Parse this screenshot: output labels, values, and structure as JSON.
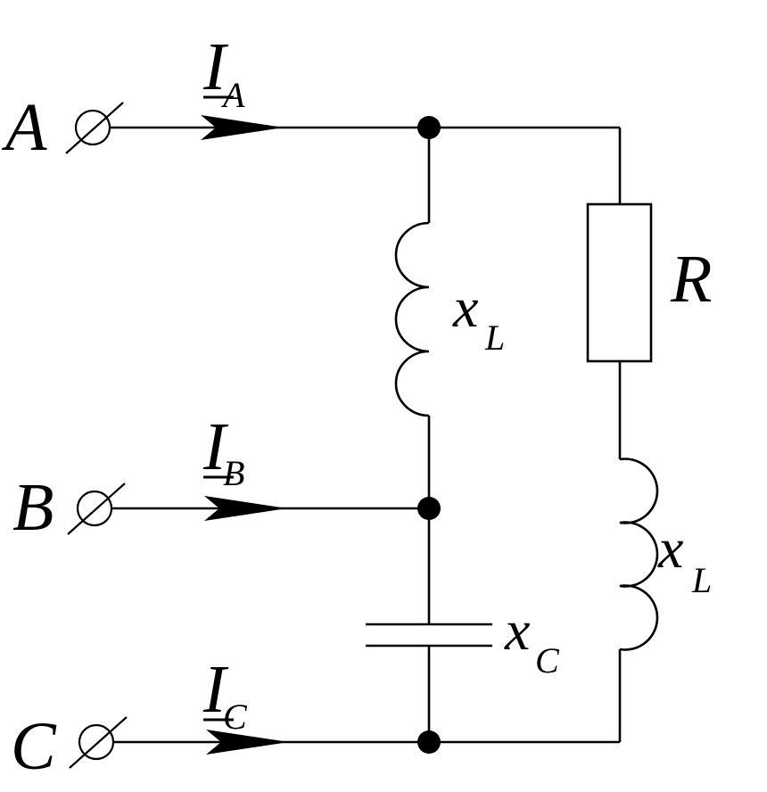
{
  "terminals": [
    {
      "id": "A",
      "label": "A"
    },
    {
      "id": "B",
      "label": "B"
    },
    {
      "id": "C",
      "label": "C"
    }
  ],
  "currents": [
    {
      "id": "IA",
      "symbol": "I",
      "subscript": "A"
    },
    {
      "id": "IB",
      "symbol": "I",
      "subscript": "B"
    },
    {
      "id": "IC",
      "symbol": "I",
      "subscript": "C"
    }
  ],
  "components": {
    "inductor_ab": {
      "symbol": "x",
      "subscript": "L"
    },
    "capacitor_bc": {
      "symbol": "x",
      "subscript": "C"
    },
    "resistor": {
      "symbol": "R"
    },
    "inductor_right": {
      "symbol": "x",
      "subscript": "L"
    }
  }
}
